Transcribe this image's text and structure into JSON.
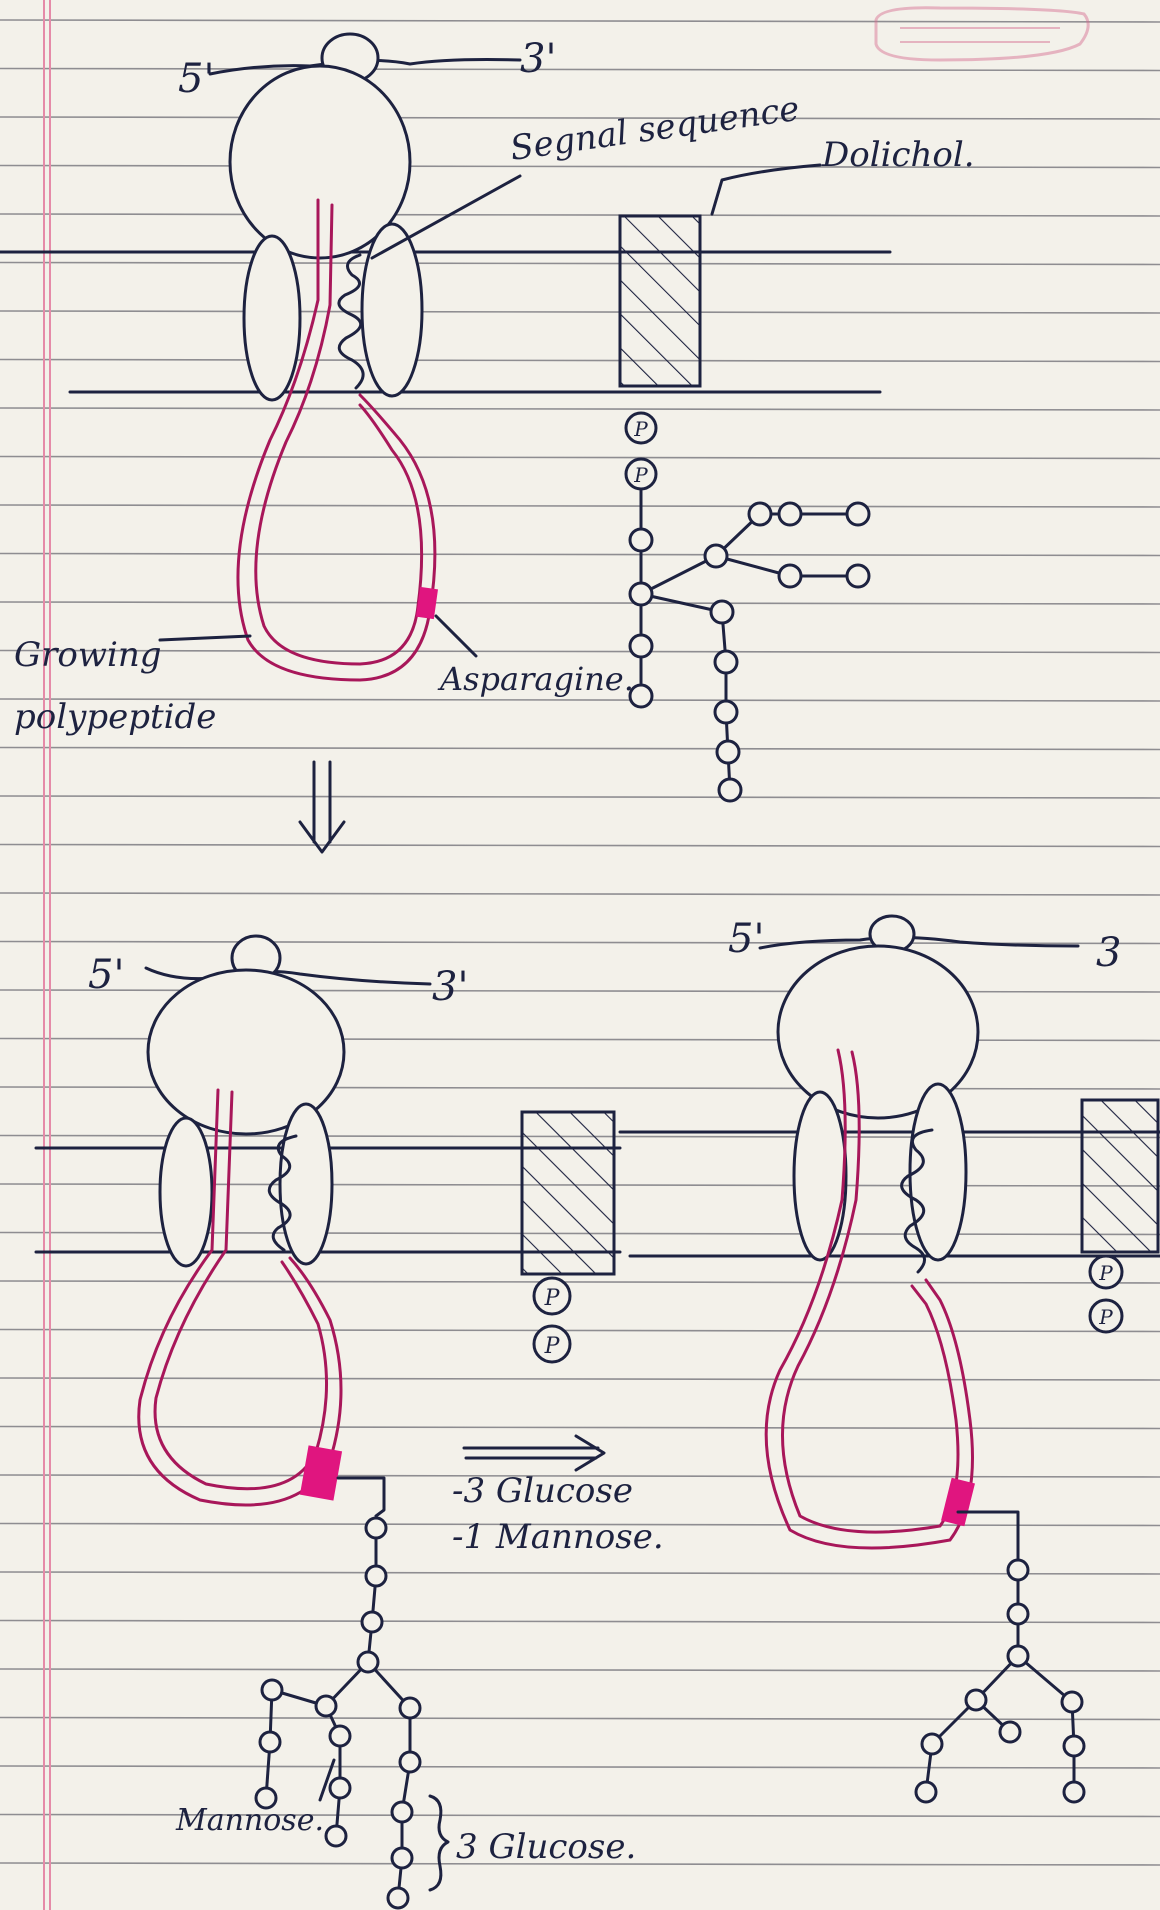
{
  "labels": {
    "five_prime": "5'",
    "three_prime": "3'",
    "three_partial": "3",
    "signal_sequence": "Segnal sequence",
    "dolichol": "Dolichol.",
    "growing_polypeptide_1": "Growing",
    "growing_polypeptide_2": "polypeptide",
    "asparagine": "Asparagine.",
    "phosphate": "P",
    "step_minus_glucose": "-3 Glucose",
    "step_minus_mannose": "-1 Mannose.",
    "mannose": "Mannose.",
    "three_glucose": "3 Glucose."
  },
  "colors": {
    "ink": "#1d2240",
    "polypeptide": "#a8175a",
    "asparagine_highlight": "#e0157f",
    "paper": "#f3f1ea"
  }
}
